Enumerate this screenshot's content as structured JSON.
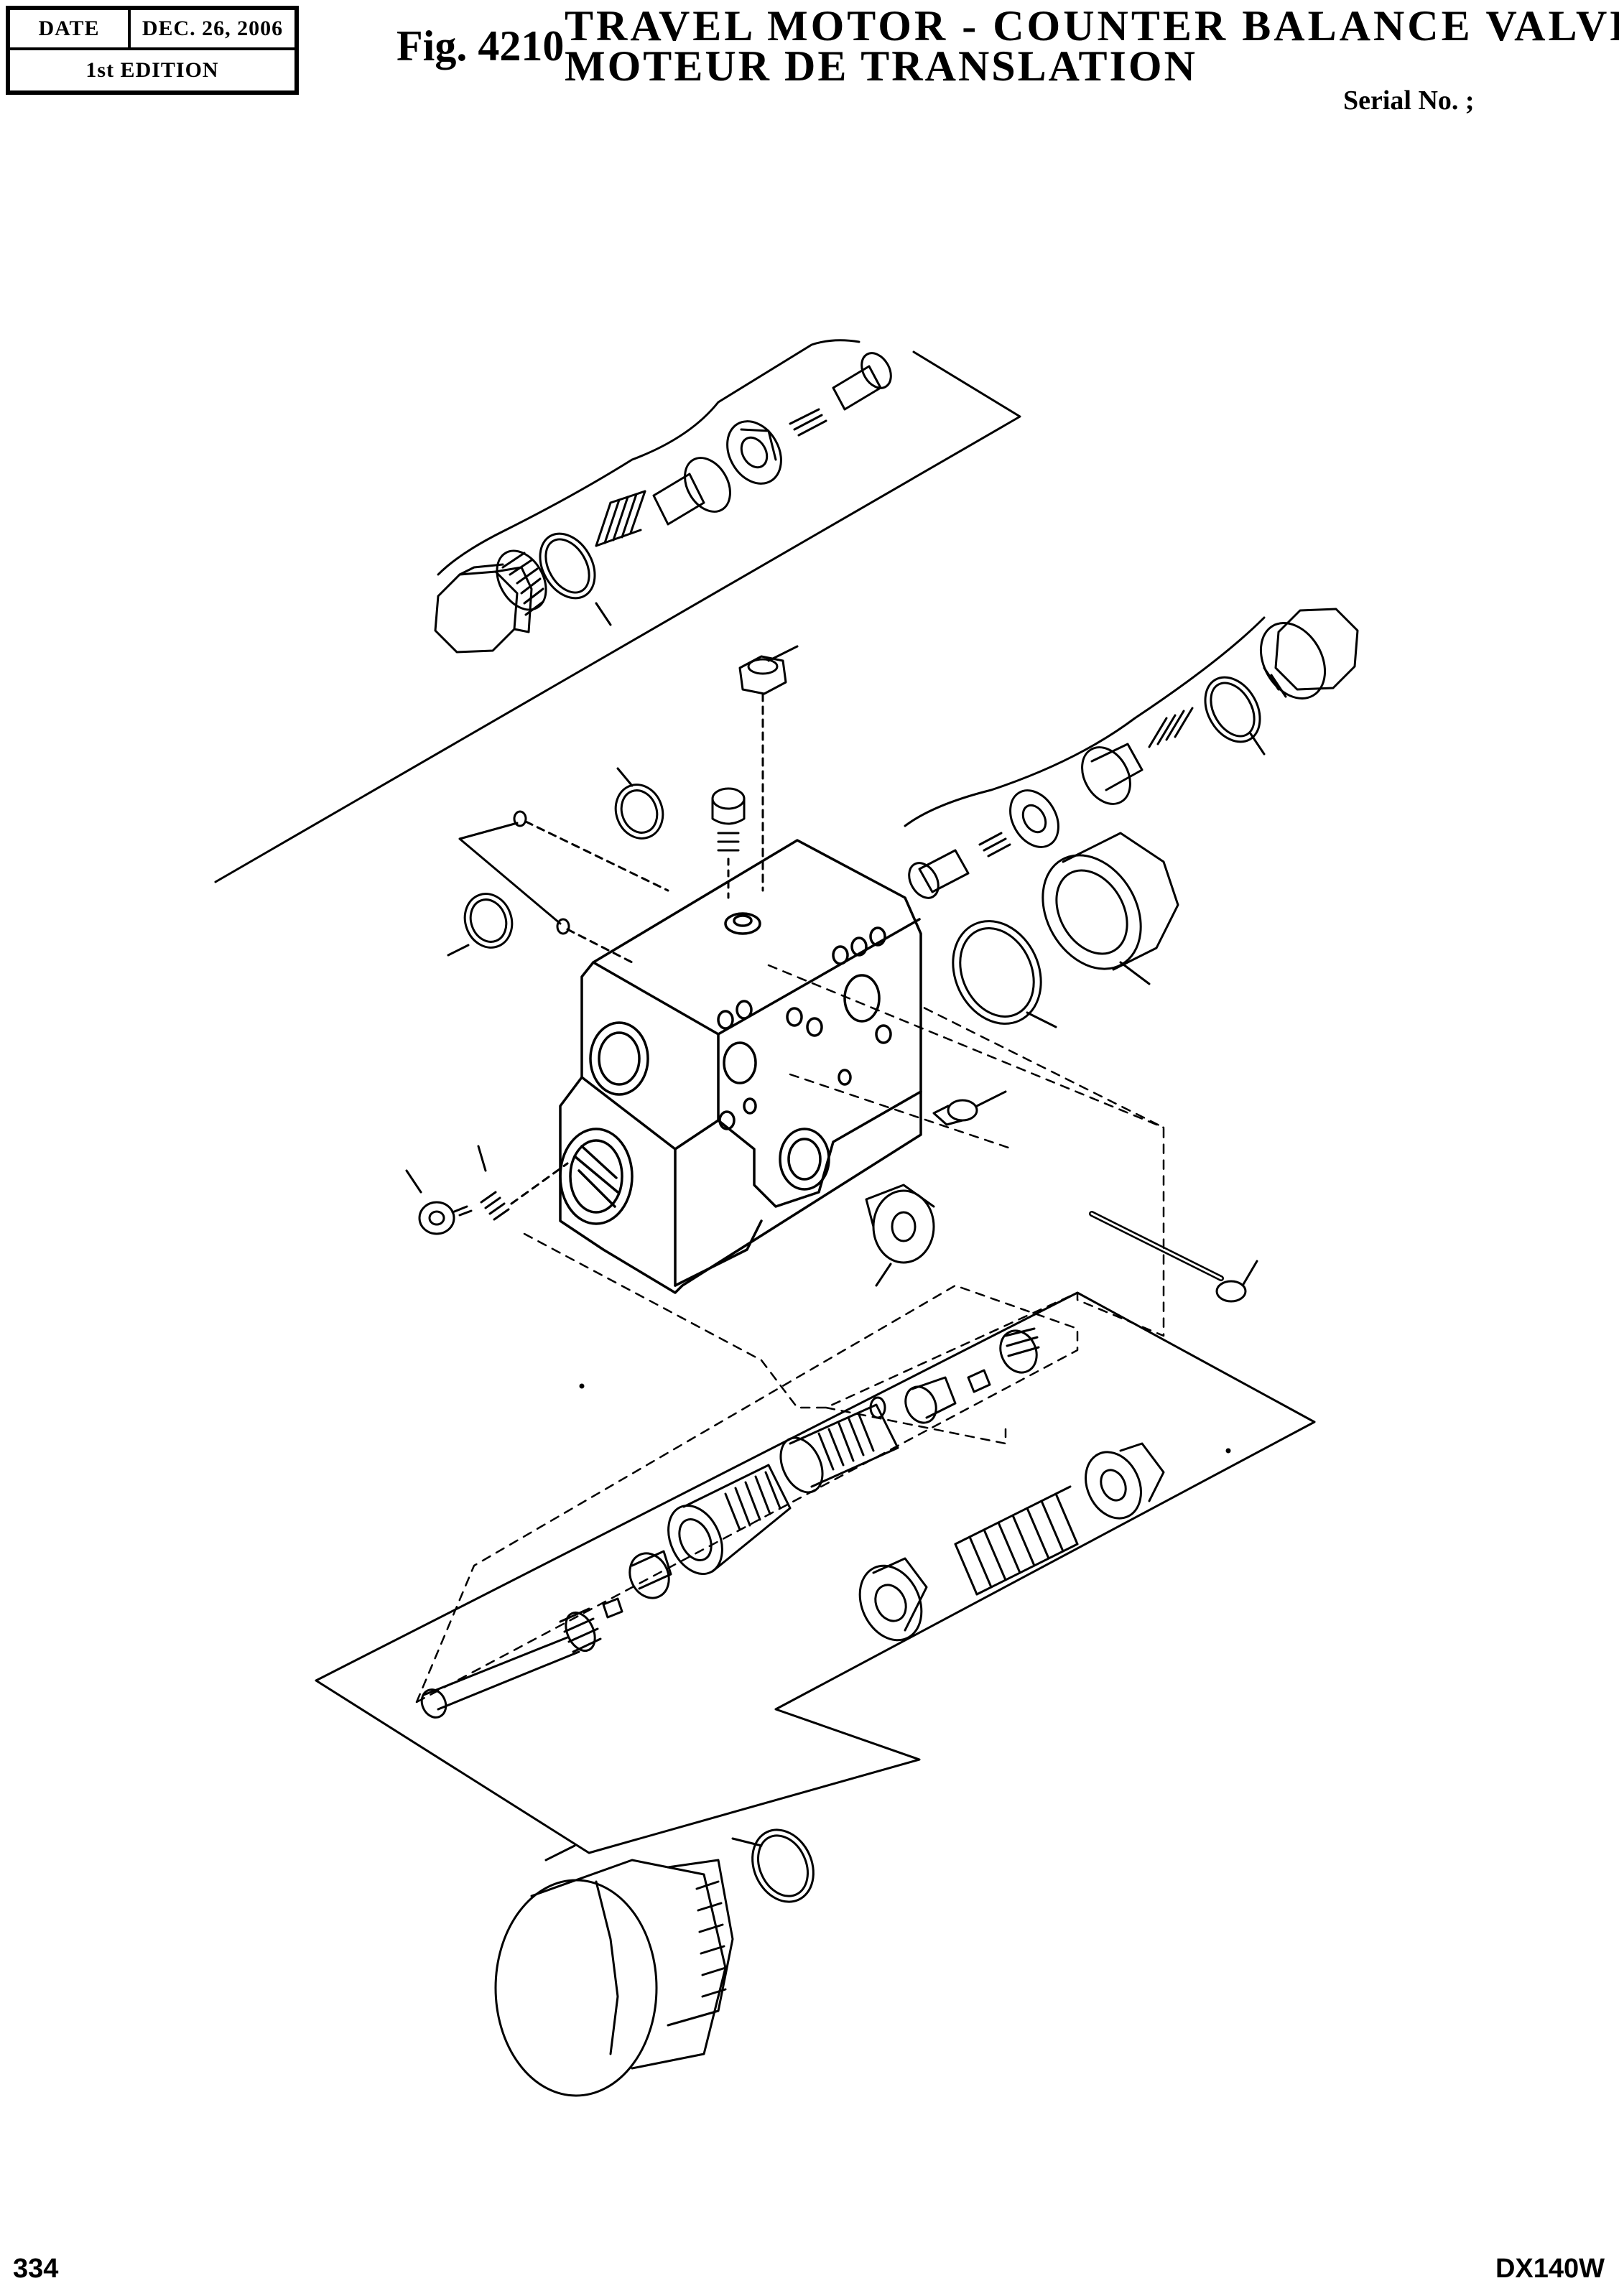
{
  "header": {
    "date_label": "DATE",
    "date_value": "DEC. 26, 2006",
    "edition": "1st EDITION",
    "figure_number": "Fig. 4210",
    "title_line1": "TRAVEL MOTOR - COUNTER BALANCE VALVE",
    "title_line2": "MOTEUR DE TRANSLATION",
    "serial": "Serial No. ;"
  },
  "footer": {
    "page_number": "334",
    "model": "DX140W"
  },
  "drawing": {
    "line_color": "#000000",
    "background": "#ffffff"
  }
}
